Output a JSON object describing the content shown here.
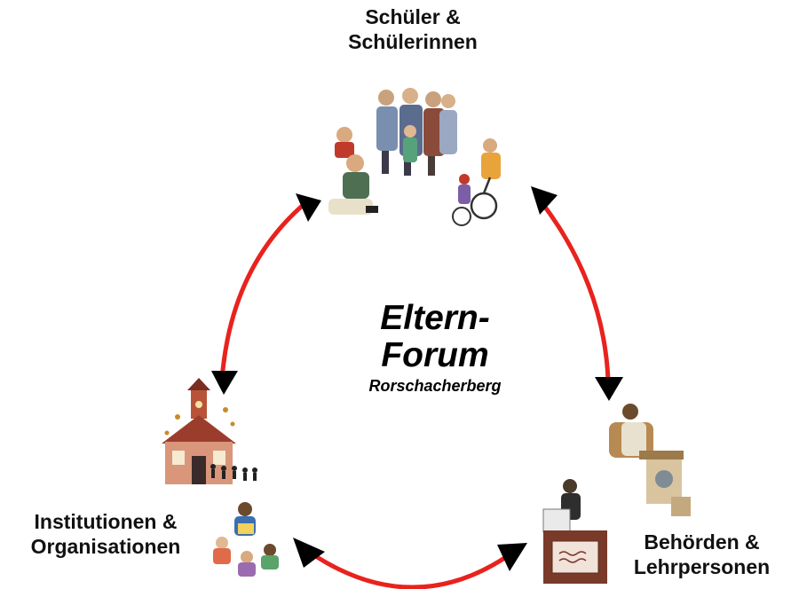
{
  "title": {
    "line1": "Eltern-",
    "line2": "Forum",
    "subtitle": "Rorschacherberg"
  },
  "nodes": {
    "top": {
      "line1": "Schüler &",
      "line2": "Schülerinnen",
      "icon": "children-group-icon"
    },
    "left": {
      "line1": "Institutionen &",
      "line2": "Organisationen",
      "icon": "school-house-icon"
    },
    "right": {
      "line1": "Behörden &",
      "line2": "Lehrpersonen",
      "icon": "office-workers-icon"
    }
  },
  "colors": {
    "arrow": "#e8231e",
    "arrowhead": "#111111",
    "text": "#111111"
  }
}
